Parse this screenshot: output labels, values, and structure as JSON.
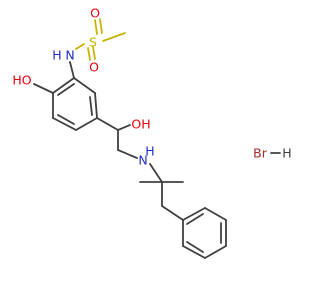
{
  "diagram": {
    "atoms": {
      "s": "S",
      "o_s_top": "O",
      "o_s_bottom": "O",
      "n_sulfonamide": "N",
      "h_sulfonamide": "H",
      "oh_phenol": "HO",
      "oh_benzylic": "OH",
      "n_amine": "N",
      "h_amine": "H"
    },
    "salt": {
      "br": "Br",
      "h": "H"
    },
    "colors": {
      "bond": "#404040",
      "oxygen": "#e8000b",
      "nitrogen": "#1f2dc8",
      "sulfur": "#c8b400",
      "bromine": "#a52a2a",
      "carbon_hydrogen": "#404040"
    }
  }
}
